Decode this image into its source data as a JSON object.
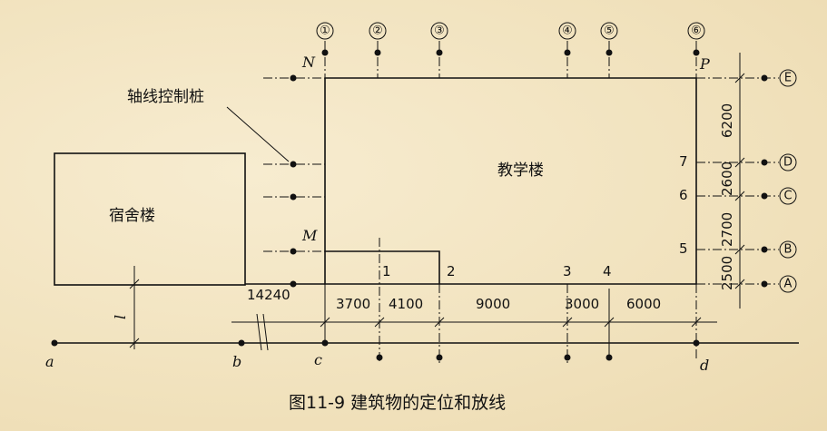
{
  "axes_top": [
    "①",
    "②",
    "③",
    "④",
    "⑤",
    "⑥"
  ],
  "axes_right": [
    "E",
    "D",
    "C",
    "B",
    "A"
  ],
  "labels": {
    "control_pile": "轴线控制桩",
    "dormitory": "宿舍楼",
    "teaching": "教学楼",
    "offset": "14240"
  },
  "points": {
    "N": "N",
    "P": "P",
    "M": "M",
    "a": "a",
    "b": "b",
    "c": "c",
    "d": "d",
    "l": "l"
  },
  "small_nums_bottom": [
    "1",
    "2",
    "3",
    "4"
  ],
  "small_nums_right": [
    "7",
    "6",
    "5"
  ],
  "dims_bottom": [
    "3700",
    "4100",
    "9000",
    "3000",
    "6000"
  ],
  "dims_right": [
    "6200",
    "2600",
    "2700",
    "2500"
  ],
  "caption": "图11-9  建筑物的定位和放线"
}
